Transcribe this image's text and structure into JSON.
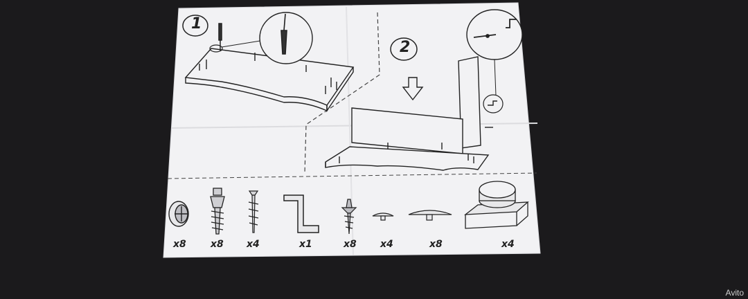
{
  "steps": {
    "step1": "1",
    "step2": "2"
  },
  "parts": {
    "cam_lock": {
      "qty": "x8",
      "icon": "cam-lock-icon"
    },
    "bolt": {
      "qty": "x8",
      "icon": "cam-bolt-icon"
    },
    "screw": {
      "qty": "x4",
      "icon": "confirmat-screw-icon"
    },
    "hex_key": {
      "qty": "x1",
      "icon": "hex-key-icon"
    },
    "wood_screw": {
      "qty": "x8",
      "icon": "wood-screw-icon"
    },
    "small_cap": {
      "qty": "x4",
      "icon": "small-cap-icon"
    },
    "large_cap": {
      "qty": "x8",
      "icon": "large-cap-icon"
    },
    "bracket": {
      "qty": "x4",
      "icon": "shelf-bracket-icon"
    }
  },
  "watermark": "Avito",
  "colors": {
    "background": "#1b1a1c",
    "paper": "#f2f2f4",
    "ink": "#2a2a2a"
  }
}
